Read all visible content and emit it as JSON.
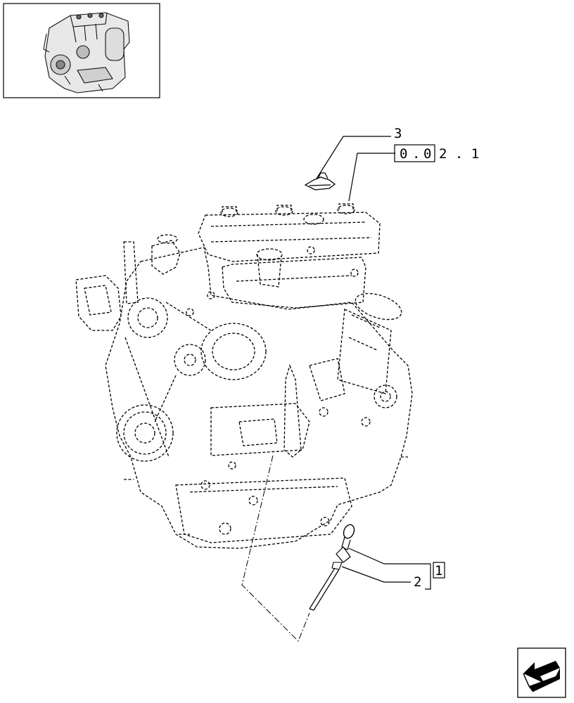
{
  "callouts": {
    "cap_number": "3",
    "reference_boxed": [
      "0",
      "0"
    ],
    "reference_tail": "2 . 1",
    "reference_sep": ".",
    "dipstick_number": "2",
    "dipstick_box": "1"
  },
  "icons": {
    "thumbnail": "engine-thumbnail-icon",
    "nav": "next-page-arrow-icon"
  }
}
